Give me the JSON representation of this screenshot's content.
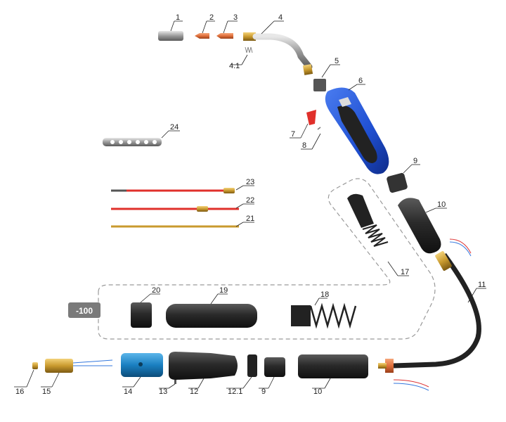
{
  "diagram": {
    "callouts": [
      {
        "id": "c1",
        "text": "1"
      },
      {
        "id": "c2",
        "text": "2"
      },
      {
        "id": "c3",
        "text": "3"
      },
      {
        "id": "c4",
        "text": "4"
      },
      {
        "id": "c41",
        "text": "4.1"
      },
      {
        "id": "c5",
        "text": "5"
      },
      {
        "id": "c6",
        "text": "6"
      },
      {
        "id": "c7",
        "text": "7"
      },
      {
        "id": "c8",
        "text": "8"
      },
      {
        "id": "c9a",
        "text": "9"
      },
      {
        "id": "c10a",
        "text": "10"
      },
      {
        "id": "c11",
        "text": "11"
      },
      {
        "id": "c17",
        "text": "17"
      },
      {
        "id": "c18",
        "text": "18"
      },
      {
        "id": "c19",
        "text": "19"
      },
      {
        "id": "c20",
        "text": "20"
      },
      {
        "id": "c21",
        "text": "21"
      },
      {
        "id": "c22",
        "text": "22"
      },
      {
        "id": "c23",
        "text": "23"
      },
      {
        "id": "c24",
        "text": "24"
      },
      {
        "id": "c16",
        "text": "16"
      },
      {
        "id": "c15",
        "text": "15"
      },
      {
        "id": "c14",
        "text": "14"
      },
      {
        "id": "c13",
        "text": "13"
      },
      {
        "id": "c12",
        "text": "12"
      },
      {
        "id": "c121",
        "text": "12.1"
      },
      {
        "id": "c9b",
        "text": "9"
      },
      {
        "id": "c10b",
        "text": "10"
      }
    ],
    "badge_text": "-100",
    "colors": {
      "handle_blue": "#1f4fd1",
      "coupler_blue": "#1a7fc1",
      "brass": "#c99a2e",
      "copper": "#e0703c",
      "liner_red": "#e0302b",
      "rubber": "#2a2a2a",
      "badge": "#7a7a7a",
      "dash": "#9a9a9a"
    }
  }
}
